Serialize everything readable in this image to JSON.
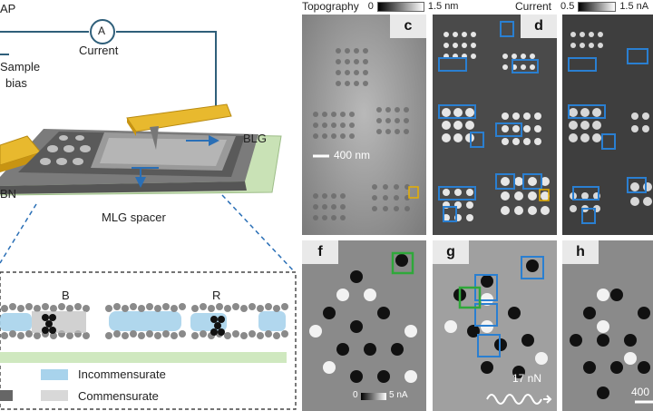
{
  "schematic": {
    "label_afm": "AP",
    "label_current": "Current",
    "label_ammeter": "A",
    "label_sample": "Sample",
    "label_bias": "bias",
    "label_bn": "BN",
    "label_blg": "BLG",
    "label_mlg": "MLG spacer",
    "label_b": "B",
    "label_r": "R",
    "legend_incommensurate": "Incommensurate",
    "legend_commensurate": "Commensurate"
  },
  "colorbars": {
    "topography_title": "Topography",
    "topography_min": "0",
    "topography_max": "1.5 nm",
    "current_title": "Current",
    "current_min": "0.5",
    "current_max": "1.5 nA",
    "f_min": "0",
    "f_max": "5 nA"
  },
  "panels": {
    "c": "c",
    "d": "d",
    "f": "f",
    "g": "g",
    "h": "h"
  },
  "annotations": {
    "scalebar_c": "400 nm",
    "force_g": "17 nN",
    "scalebar_h": "400"
  },
  "colors": {
    "gold": "#e8b92e",
    "dark_gray": "#4a4a4a",
    "light_green": "#c8e3b4",
    "blue_box": "#2a7fd1",
    "green_box": "#2fa83a",
    "yellow_box": "#e8b000",
    "dashed_blue": "#2a6fb6"
  }
}
